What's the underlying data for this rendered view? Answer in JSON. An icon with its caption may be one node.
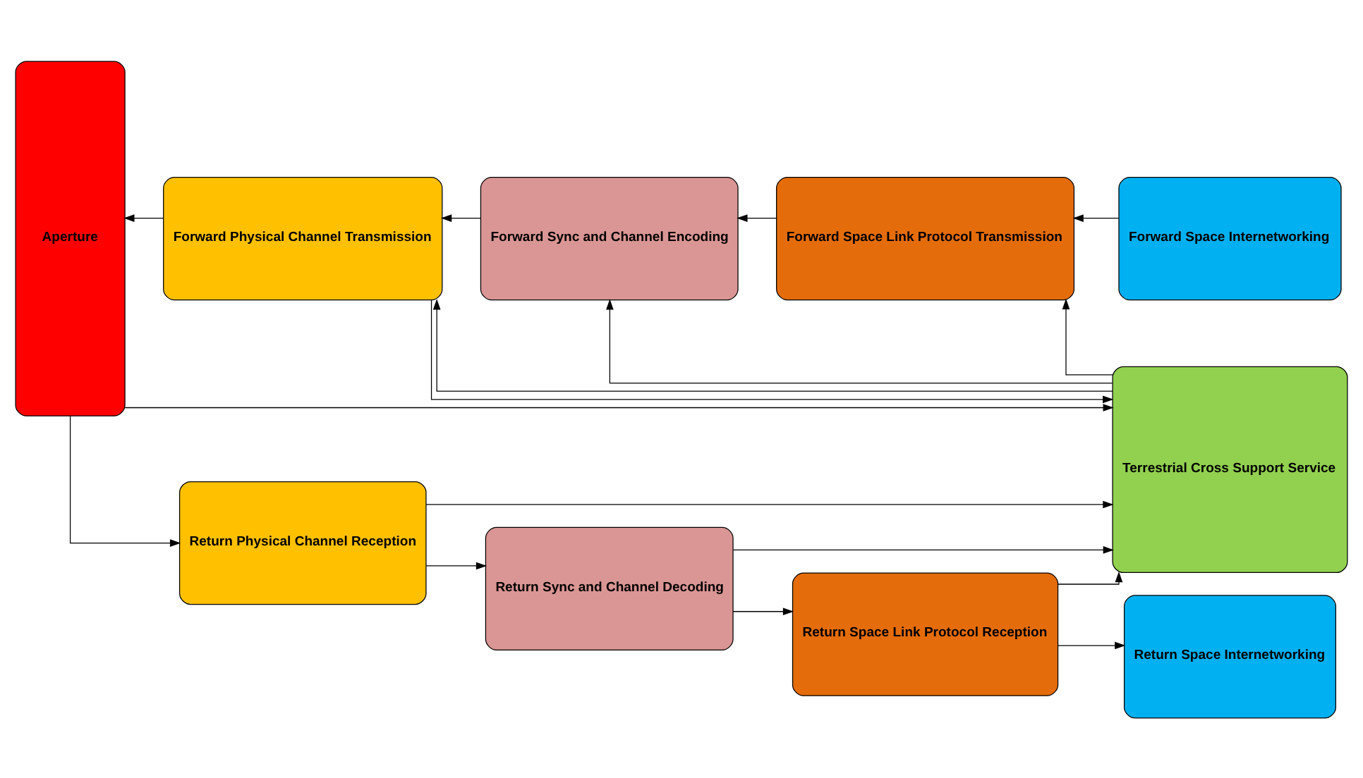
{
  "diagram": {
    "nodes": [
      {
        "text": [
          "Aperture"
        ]
      },
      {
        "text": [
          "Forward Physical Channel Transmission"
        ]
      },
      {
        "text": [
          "Forward Sync and Channel Encoding"
        ]
      },
      {
        "text": [
          "Forward Space Link Protocol Transmission"
        ]
      },
      {
        "text": [
          "Forward Space Internetworking"
        ]
      },
      {
        "text": [
          "Terrestrial Cross Support Service"
        ]
      },
      {
        "text": [
          "Return Physical Channel Reception"
        ]
      },
      {
        "text": [
          "Return Sync and Channel Decoding"
        ]
      },
      {
        "text": [
          "Return Space Link Protocol Reception"
        ]
      },
      {
        "text": [
          "Return Space Internetworking"
        ]
      }
    ],
    "edges": [
      {
        "from": 4,
        "to": 3,
        "arrow": "to"
      },
      {
        "from": 5,
        "to": 3,
        "arrow": "to"
      },
      {
        "from": 3,
        "to": 2,
        "arrow": "to"
      },
      {
        "from": 5,
        "to": 2,
        "arrow": "to"
      },
      {
        "from": 2,
        "to": 1,
        "arrow": "to"
      },
      {
        "from": 5,
        "to": 1,
        "arrow": "to"
      },
      {
        "from": 1,
        "to": 5,
        "arrow": "to"
      },
      {
        "from": 1,
        "to": 0,
        "arrow": "to"
      },
      {
        "from": 0,
        "to": 5,
        "arrow": "to"
      },
      {
        "from": 6,
        "to": 5,
        "arrow": "to"
      },
      {
        "from": 7,
        "to": 5,
        "arrow": "to"
      },
      {
        "from": 8,
        "to": 5,
        "arrow": "to"
      },
      {
        "from": 0,
        "to": 6,
        "arrow": "to"
      },
      {
        "from": 6,
        "to": 7,
        "arrow": "to"
      },
      {
        "from": 7,
        "to": 8,
        "arrow": "to"
      },
      {
        "from": 8,
        "to": 9,
        "arrow": "to"
      }
    ]
  }
}
